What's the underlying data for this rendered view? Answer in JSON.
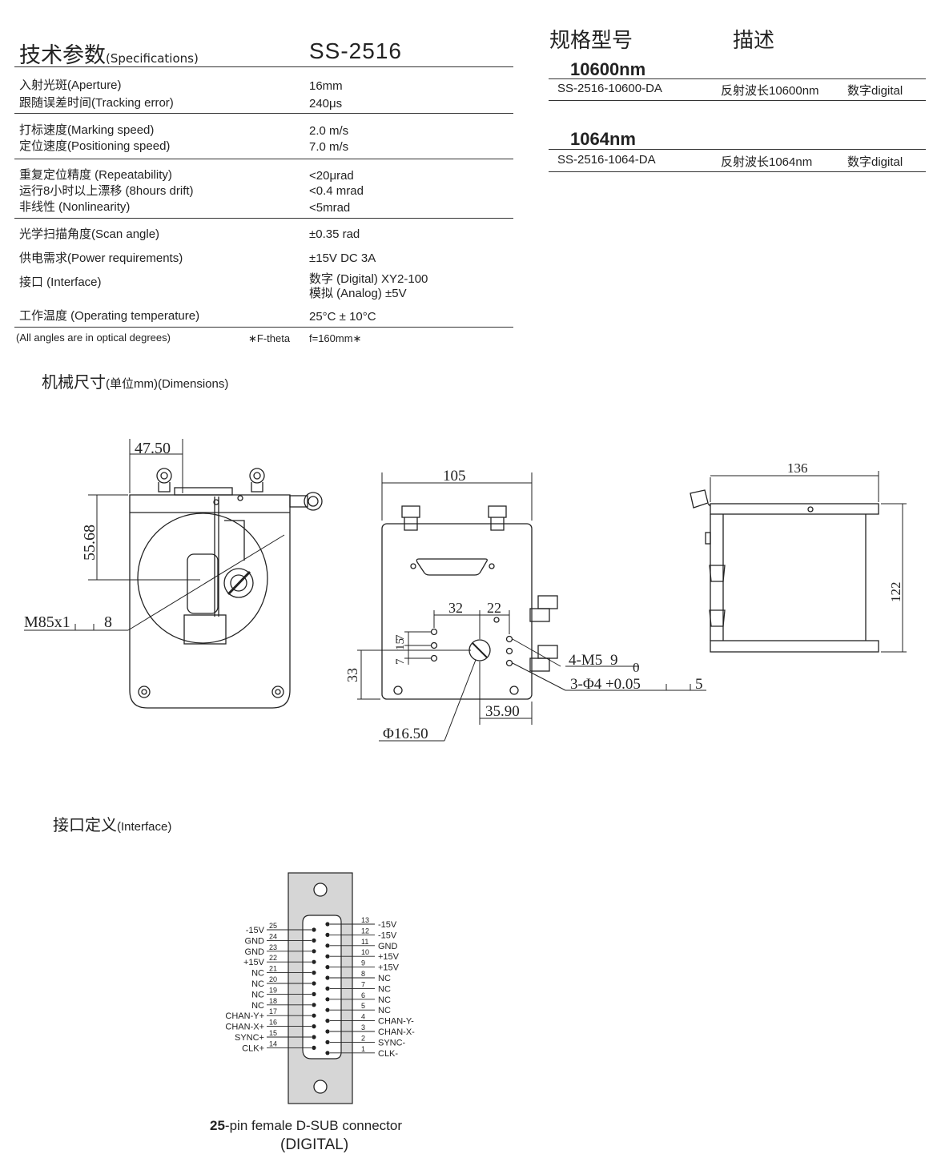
{
  "spec": {
    "title_cn": "技术参数",
    "title_en": "(Specifications)",
    "model": "SS-2516",
    "rows": [
      {
        "label": "入射光斑(Aperture)",
        "value": "16mm"
      },
      {
        "label": "跟随误差时间(Tracking error)",
        "value": "240μs"
      },
      {
        "label": "打标速度(Marking speed)",
        "value": "2.0 m/s"
      },
      {
        "label": "定位速度(Positioning speed)",
        "value": "7.0 m/s"
      },
      {
        "label": "重复定位精度 (Repeatability)",
        "value": "<20μrad"
      },
      {
        "label": "运行8小时以上漂移 (8hours drift)",
        "value": "<0.4 mrad"
      },
      {
        "label": "非线性 (Nonlinearity)",
        "value": "<5mrad"
      },
      {
        "label": "光学扫描角度(Scan angle)",
        "value": "±0.35 rad"
      },
      {
        "label": "供电需求(Power requirements)",
        "value": "±15V DC  3A"
      },
      {
        "label": "接口 (Interface)",
        "value": "数字 (Digital)   XY2-100"
      },
      {
        "label": "",
        "value": "模拟 (Analog)      ±5V"
      },
      {
        "label": "工作温度 (Operating temperature)",
        "value": "25°C ± 10°C"
      }
    ],
    "footnote_left": "(All angles are in optical degrees)",
    "footnote_mid": "∗F-theta",
    "footnote_right": "f=160mm∗"
  },
  "models": {
    "head_left": "规格型号",
    "head_right": "描述",
    "groups": [
      {
        "wavelength": "10600nm",
        "code": "SS-2516-10600-DA",
        "desc": "反射波长10600nm",
        "type": "数字digital"
      },
      {
        "wavelength": "1064nm",
        "code": "SS-2516-1064-DA",
        "desc": "反射波长1064nm",
        "type": "数字digital"
      }
    ]
  },
  "dimensions": {
    "title_cn": "机械尺寸",
    "title_unit": "(单位mm)",
    "title_en": "(Dimensions)",
    "labels": {
      "w1": "47.50",
      "h1": "55.68",
      "thread": "M85x1",
      "thread_depth": "8",
      "w2": "105",
      "d32": "32",
      "d22": "22",
      "d7a": "7",
      "d15": "15",
      "d7b": "7",
      "d33": "33",
      "hole_m5": "4-M5",
      "m5_depth": "9",
      "m5_zero": "0",
      "hole_pin": "3-Φ4 +0.05",
      "pin_depth": "5",
      "d3590": "35.90",
      "dia": "Φ16.50",
      "w3": "136",
      "h3": "122"
    }
  },
  "interface": {
    "title_cn": "接口定义",
    "title_en": "(Interface)",
    "left_pins": [
      {
        "num": "25",
        "name": "-15V"
      },
      {
        "num": "24",
        "name": "GND"
      },
      {
        "num": "23",
        "name": "GND"
      },
      {
        "num": "22",
        "name": "+15V"
      },
      {
        "num": "21",
        "name": "NC"
      },
      {
        "num": "20",
        "name": "NC"
      },
      {
        "num": "19",
        "name": "NC"
      },
      {
        "num": "18",
        "name": "NC"
      },
      {
        "num": "17",
        "name": "CHAN-Y+"
      },
      {
        "num": "16",
        "name": "CHAN-X+"
      },
      {
        "num": "15",
        "name": "SYNC+"
      },
      {
        "num": "14",
        "name": "CLK+"
      }
    ],
    "right_pins": [
      {
        "num": "13",
        "name": "-15V"
      },
      {
        "num": "12",
        "name": "-15V"
      },
      {
        "num": "11",
        "name": "GND"
      },
      {
        "num": "10",
        "name": "+15V"
      },
      {
        "num": "9",
        "name": "+15V"
      },
      {
        "num": "8",
        "name": "NC"
      },
      {
        "num": "7",
        "name": "NC"
      },
      {
        "num": "6",
        "name": "NC"
      },
      {
        "num": "5",
        "name": "NC"
      },
      {
        "num": "4",
        "name": "CHAN-Y-"
      },
      {
        "num": "3",
        "name": "CHAN-X-"
      },
      {
        "num": "2",
        "name": "SYNC-"
      },
      {
        "num": "1",
        "name": "CLK-"
      }
    ],
    "caption_bold": "25",
    "caption_rest": "-pin female D-SUB connector",
    "caption_sub": "(DIGITAL)"
  }
}
